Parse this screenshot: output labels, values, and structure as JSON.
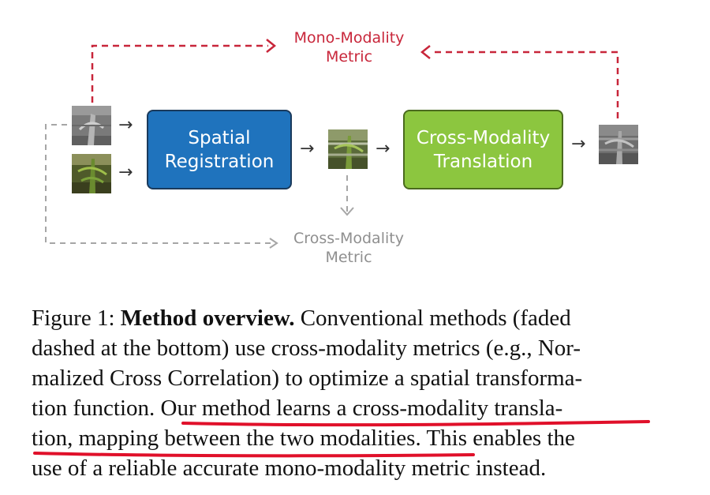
{
  "diagram": {
    "mono_metric": {
      "line1": "Mono-Modality",
      "line2": "Metric",
      "color": "#c8263a"
    },
    "cross_metric": {
      "line1": "Cross-Modality",
      "line2": "Metric",
      "color": "#999999"
    },
    "spatial_box": {
      "line1": "Spatial",
      "line2": "Registration",
      "color": "#1f73bd"
    },
    "translation_box": {
      "line1": "Cross-Modality",
      "line2": "Translation",
      "color": "#8cc63f"
    },
    "arrow_glyph": "→",
    "down_arrow_glyph": "↓"
  },
  "caption": {
    "figure_label": "Figure 1: ",
    "bold_title": "Method overview.",
    "line1_rest": " Conventional methods (faded",
    "line2": "dashed at the bottom) use cross-modality metrics (e.g., Nor-",
    "line3": "malized Cross Correlation) to optimize a spatial transforma-",
    "line4_a": "tion function. ",
    "line4_b": "Our method learns a cross-modality transla-",
    "line5_a": "tion, mapping between the two modalities.",
    "line5_b": " This enables the",
    "line6": "use of a reliable accurate mono-modality metric instead.",
    "underline_color": "#e0102a"
  }
}
